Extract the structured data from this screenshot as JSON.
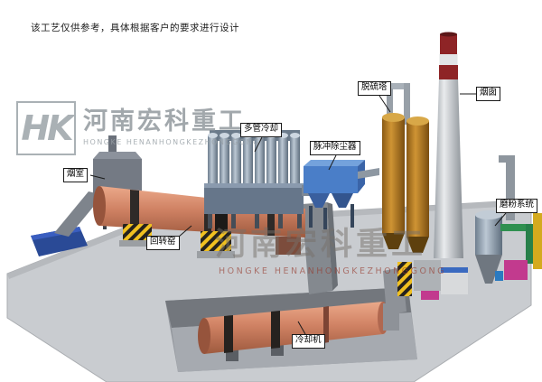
{
  "disclaimer": "该工艺仅供参考，具体根据客户的要求进行设计",
  "watermark_left": {
    "logo": "HK",
    "company": "河南宏科重工",
    "subtitle": "HONGKE HENANHONGKEZHONGGONG"
  },
  "watermark_center": {
    "company": "河南宏科重工",
    "subtitle": "HONGKE HENANHONGKEZHONGGONG"
  },
  "labels": {
    "smoke_chamber": "烟室",
    "rotary_kiln": "回转窑",
    "multi_tube_cooler": "多管冷却",
    "pulse_dust_collector": "脉冲除尘器",
    "desulfurization_tower": "脱硫塔",
    "chimney": "烟囱",
    "grinding_system": "磨粉系统",
    "cooling_machine": "冷却机"
  },
  "colors": {
    "kiln_salmon": "#d08264",
    "dust_collector_blue": "#4a7ec8",
    "desulfur_tower_orange": "#cf9434",
    "chimney_red": "#8e2426",
    "hazard_yellow": "#f0c020",
    "foundation_blue": "#2a4a96",
    "pipe_green": "#2f9050",
    "mill_magenta": "#c23a8e",
    "platform_gray": "#c9ccd0"
  }
}
